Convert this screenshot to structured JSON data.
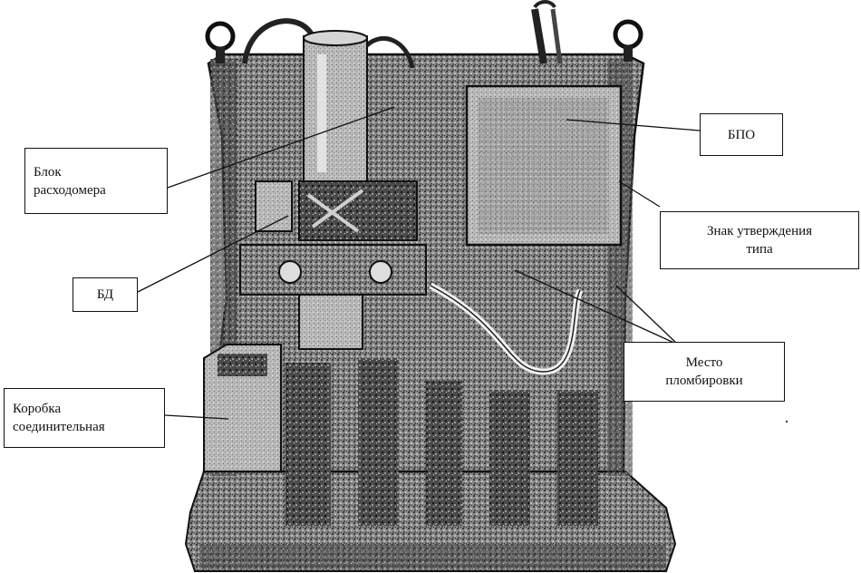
{
  "callouts": {
    "blok_raskhodomera": {
      "line1": "Блок",
      "line2": "расходомера"
    },
    "bd": {
      "text": "БД"
    },
    "korobka": {
      "line1": "Коробка",
      "line2": "соединительная"
    },
    "bpo": {
      "text": "БПО"
    },
    "znak": {
      "line1": "Знак утверждения",
      "line2": "типа"
    },
    "mesto": {
      "line1": "Место",
      "line2": "пломбировки"
    }
  },
  "colors": {
    "ink": "#111111",
    "photo_dark": "#2b2b2b",
    "photo_mid": "#7a7a7a",
    "photo_light": "#c9c9c9",
    "background": "#ffffff"
  }
}
